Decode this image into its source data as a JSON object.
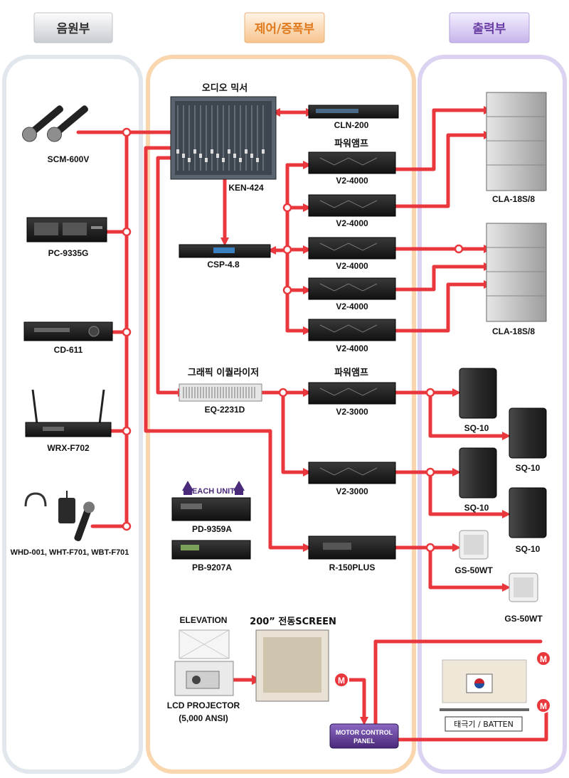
{
  "headers": {
    "source": "음원부",
    "control": "제어/증폭부",
    "output": "출력부"
  },
  "sources": {
    "mic": "SCM-600V",
    "cassette": "PC-9335G",
    "cd": "CD-611",
    "wireless": "WRX-F702",
    "wireless_mics": "WHD-001, WHT-F701, WBT-F701"
  },
  "control": {
    "mixer_title": "오디오 믹서",
    "mixer_model": "KEN-424",
    "cln": "CLN-200",
    "csp": "CSP-4.8",
    "power_amp_title_1": "파워앰프",
    "amps_4000": [
      "V2-4000",
      "V2-4000",
      "V2-4000",
      "V2-4000",
      "V2-4000"
    ],
    "eq_title": "그래픽 이퀄라이저",
    "eq_model": "EQ-2231D",
    "power_amp_title_2": "파워앰프",
    "amps_3000": [
      "V2-3000",
      "V2-3000"
    ],
    "each_unit": "EACH UNIT",
    "pd": "PD-9359A",
    "pb": "PB-9207A",
    "r150": "R-150PLUS",
    "elevation": "ELEVATION",
    "screen": "200” 전동SCREEN",
    "projector": "LCD PROJECTOR",
    "projector_spec": "(5,000 ANSI)",
    "motor_panel_1": "MOTOR CONTROL",
    "motor_panel_2": "PANEL",
    "motor_symbol": "M"
  },
  "outputs": {
    "cla_1": "CLA-18S/8",
    "cla_2": "CLA-18S/8",
    "sq": [
      "SQ-10",
      "SQ-10",
      "SQ-10",
      "SQ-10"
    ],
    "gs": [
      "GS-50WT",
      "GS-50WT"
    ],
    "flag": "태극기 / BATTEN"
  },
  "colors": {
    "wire": "#e8383d",
    "control_panel_border": "#f8d2a6",
    "source_panel_border": "#dde3ea",
    "output_panel_border": "#d9cdef",
    "motor_panel": "#5b3a8c"
  }
}
